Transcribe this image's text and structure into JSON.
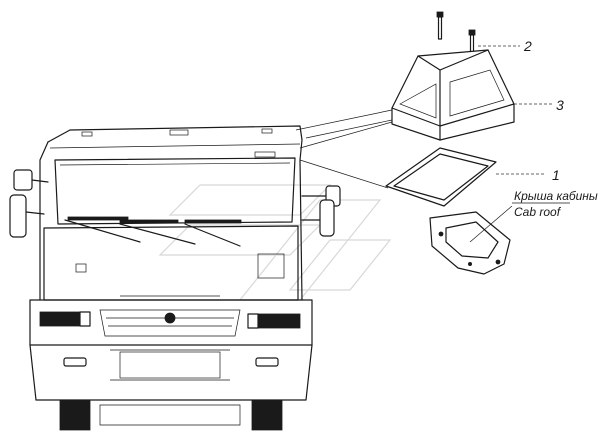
{
  "callouts": [
    {
      "id": "2",
      "label": "2"
    },
    {
      "id": "3",
      "label": "3"
    },
    {
      "id": "1",
      "label": "1"
    }
  ],
  "note": {
    "line1": "Крыша кабины",
    "line2": "Cab roof"
  },
  "colors": {
    "line": "#1a1a1a",
    "background": "#ffffff",
    "watermark": "#d8d8d8"
  }
}
